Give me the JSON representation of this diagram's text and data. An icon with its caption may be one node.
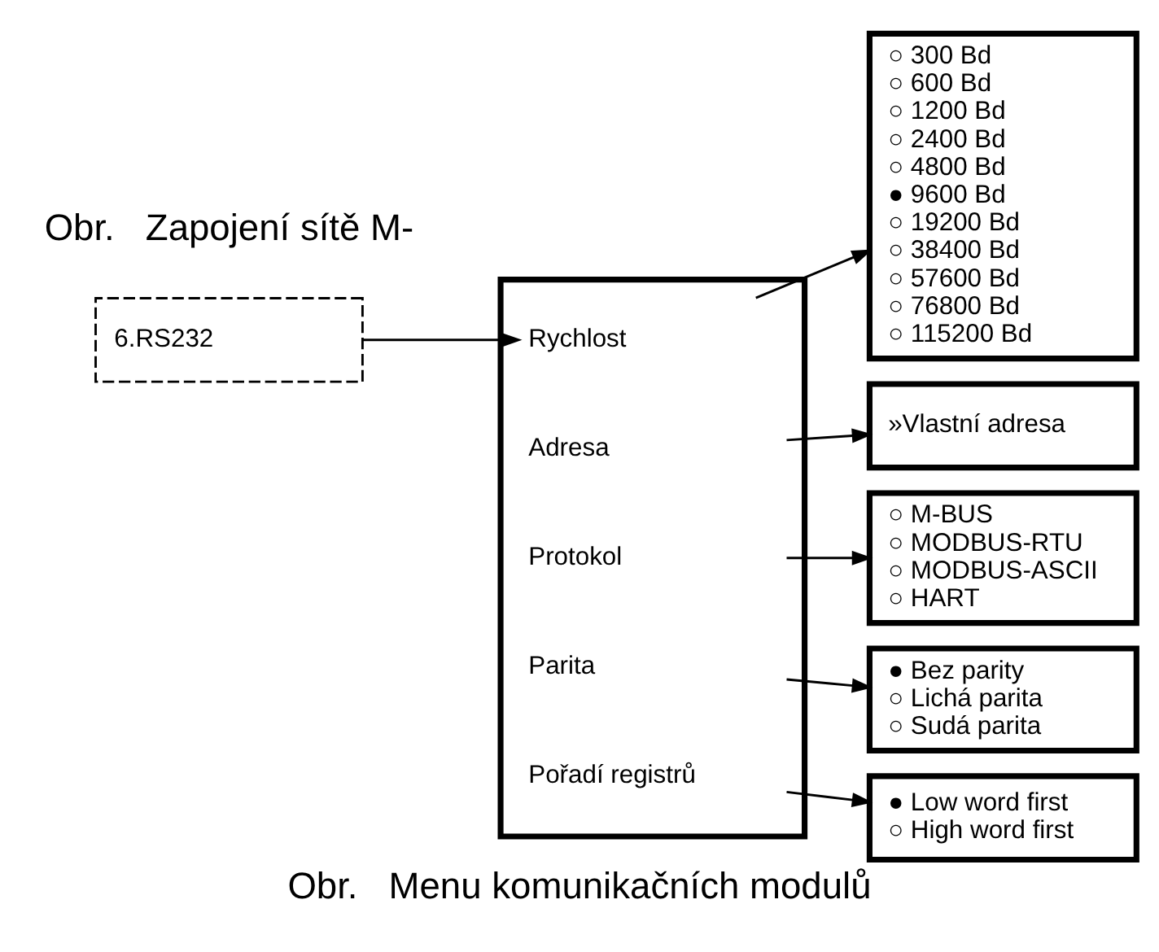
{
  "diagram": {
    "caption": "Obr.   Menu komunikačních modulů",
    "nodes": [
      {
        "text": [
          "6.RS232"
        ]
      },
      {
        "text": [],
        "shape": "box"
      },
      {
        "text": [
          "Rychlost"
        ],
        "in": 1
      },
      {
        "text": [
          "Adresa"
        ],
        "in": 1
      },
      {
        "text": [
          "Protokol"
        ],
        "in": 1
      },
      {
        "text": [
          "Parita"
        ],
        "in": 1
      },
      {
        "text": [
          "Pořadí registrů"
        ],
        "in": 1
      },
      {
        "text": [
          "○ 300 Bd",
          "○ 600 Bd",
          "○ 1200 Bd",
          "○ 2400 Bd",
          "○ 4800 Bd",
          "● 9600 Bd",
          "○ 19200 Bd",
          "○ 38400 Bd",
          "○ 57600 Bd",
          "○ 76800 Bd",
          "○ 115200 Bd"
        ]
      },
      {
        "text": [
          "»Vlastní adresa"
        ]
      },
      {
        "text": [
          "○ M-BUS",
          "○ MODBUS-RTU",
          "○ MODBUS-ASCII",
          "○ HART"
        ]
      },
      {
        "text": [
          "● Bez parity",
          "○ Lichá parita",
          "○ Sudá parita"
        ]
      },
      {
        "text": [
          "● Low word first",
          "○ High word first"
        ]
      }
    ],
    "edges": [
      {
        "from": 0,
        "to": 2,
        "arrow": "to"
      },
      {
        "from": 2,
        "to": 7,
        "arrow": "to"
      },
      {
        "from": 3,
        "to": 8,
        "arrow": "to"
      },
      {
        "from": 4,
        "to": 9,
        "arrow": "to"
      },
      {
        "from": 5,
        "to": 10,
        "arrow": "to"
      },
      {
        "from": 6,
        "to": 11,
        "arrow": "to"
      }
    ],
    "labels": [
      "Obr.   Zapojení sítě M-"
    ]
  }
}
